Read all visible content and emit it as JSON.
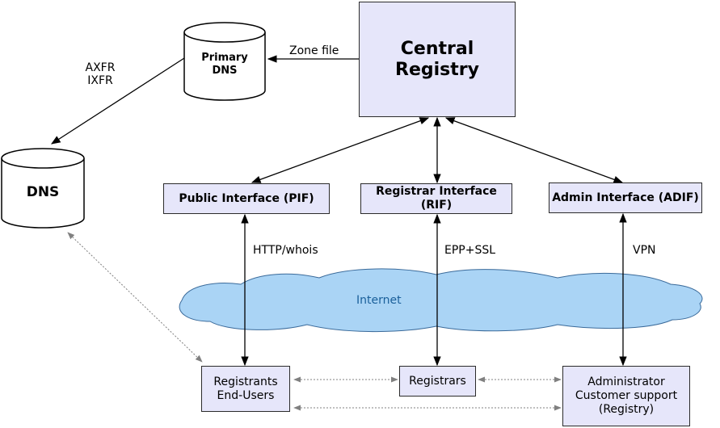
{
  "nodes": {
    "central_registry": "Central\nRegistry",
    "primary_dns": "Primary\nDNS",
    "dns": "DNS",
    "pif": "Public Interface (PIF)",
    "rif": "Registrar Interface (RIF)",
    "adif": "Admin Interface (ADIF)",
    "registrants": "Registrants\nEnd-Users",
    "registrars": "Registrars",
    "administrator": "Administrator\nCustomer support\n(Registry)"
  },
  "edge_labels": {
    "zone_file": "Zone file",
    "axfr_ixfr": "AXFR\nIXFR",
    "http_whois": "HTTP/whois",
    "epp_ssl": "EPP+SSL",
    "vpn": "VPN"
  },
  "cloud_label": "Internet",
  "colors": {
    "node_fill": "#e6e6fa",
    "cloud_fill": "#aad4f5",
    "cloud_text": "#1a5f9a",
    "line": "#000000",
    "dashed_line": "#808080"
  }
}
